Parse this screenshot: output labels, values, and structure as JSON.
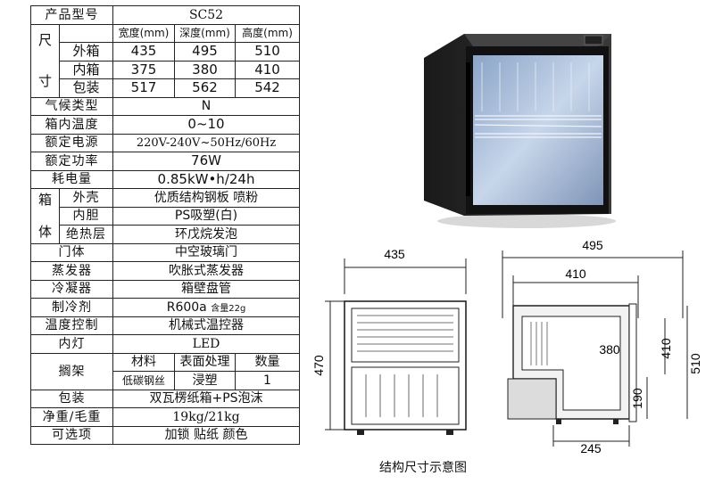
{
  "spec": {
    "model_label": "产品型号",
    "model_value": "SC52",
    "size_label_top": "尺",
    "size_label_bottom": "寸",
    "col_width": "宽度(mm)",
    "col_depth": "深度(mm)",
    "col_height": "高度(mm)",
    "rows": [
      {
        "name": "外箱",
        "w": "435",
        "d": "495",
        "h": "510"
      },
      {
        "name": "内箱",
        "w": "375",
        "d": "380",
        "h": "410"
      },
      {
        "name": "包装",
        "w": "517",
        "d": "562",
        "h": "542"
      }
    ],
    "climate_label": "气候类型",
    "climate_value": "N",
    "temp_label": "箱内温度",
    "temp_value": "0~10",
    "power_label": "额定电源",
    "power_value": "220V-240V~50Hz/60Hz",
    "rated_label": "额定功率",
    "rated_value": "76W",
    "consumption_label": "耗电量",
    "consumption_value": "0.85kW•h/24h",
    "cabinet_label_top": "箱",
    "cabinet_label_bottom": "体",
    "shell_label": "外壳",
    "shell_value": "优质结构钢板 喷粉",
    "liner_label": "内胆",
    "liner_value": "PS吸塑(白)",
    "insulation_label": "绝热层",
    "insulation_value": "环戊烷发泡",
    "door_label": "门体",
    "door_value": "中空玻璃门",
    "evaporator_label": "蒸发器",
    "evaporator_value": "吹胀式蒸发器",
    "condenser_label": "冷凝器",
    "condenser_value": "箱壁盘管",
    "refrigerant_label": "制冷剂",
    "refrigerant_value": "R600a",
    "refrigerant_note": "含量22g",
    "control_label": "温度控制",
    "control_value": "机械式温控器",
    "light_label": "内灯",
    "light_value": "LED",
    "shelf_label": "搁架",
    "shelf_col_material": "材料",
    "shelf_col_surface": "表面处理",
    "shelf_col_qty": "数量",
    "shelf_material": "低碳钢丝",
    "shelf_surface": "浸塑",
    "shelf_qty": "1",
    "packaging_label": "包装",
    "packaging_value": "双瓦楞纸箱+PS泡沫",
    "weight_label": "净重/毛重",
    "weight_value": "19kg/21kg",
    "options_label": "可选项",
    "options_value": "加锁 贴纸 颜色"
  },
  "diagram": {
    "front_width": "435",
    "front_height": "470",
    "side_depth_outer": "495",
    "side_depth_inner": "410",
    "side_inner_depth": "380",
    "side_inner_height": "410",
    "side_outer_height": "510",
    "side_step_height": "190",
    "side_foot_depth": "245",
    "caption": "结构尺寸示意图"
  }
}
